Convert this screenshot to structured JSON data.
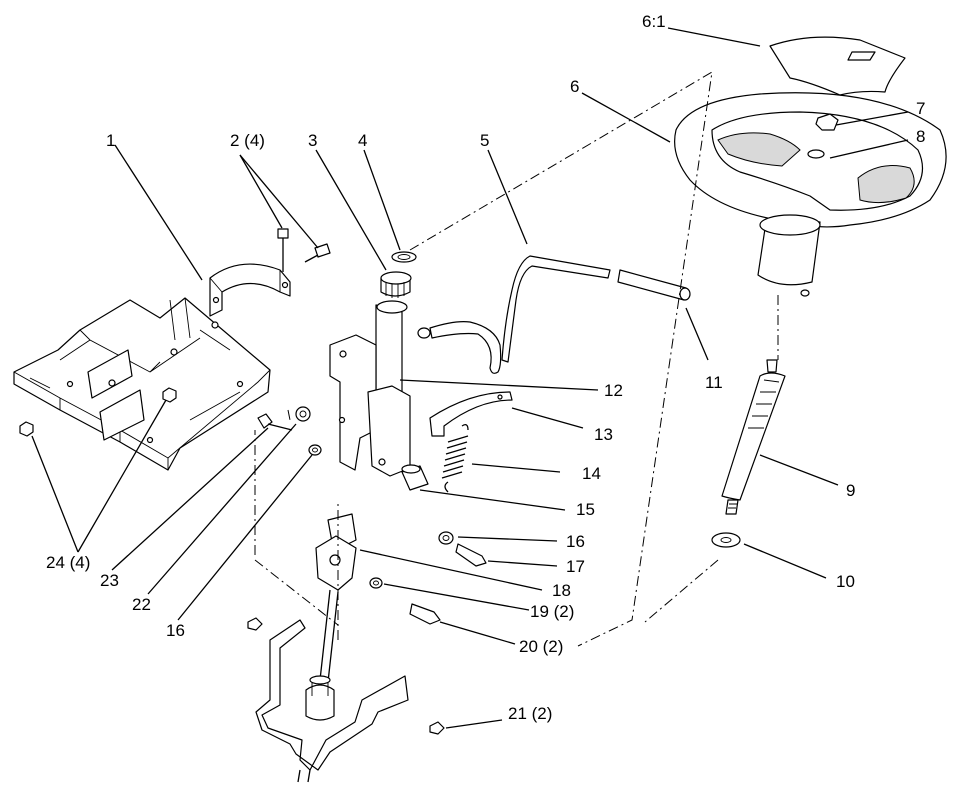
{
  "callouts": {
    "c1": "1",
    "c2": "2 (4)",
    "c3": "3",
    "c4": "4",
    "c5": "5",
    "c6": "6",
    "c6_1": "6:1",
    "c7": "7",
    "c8": "8",
    "c9": "9",
    "c10": "10",
    "c11": "11",
    "c12": "12",
    "c13": "13",
    "c14": "14",
    "c15": "15",
    "c16a": "16",
    "c16b": "16",
    "c17": "17",
    "c18": "18",
    "c19": "19 (2)",
    "c20": "20 (2)",
    "c21": "21 (2)",
    "c22": "22",
    "c23": "23",
    "c24": "24 (4)"
  }
}
